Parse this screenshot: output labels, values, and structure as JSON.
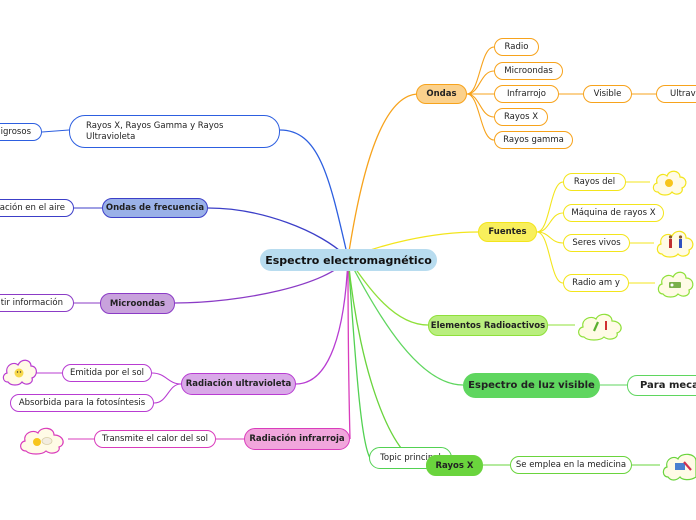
{
  "central": {
    "label": "Espectro electromagnético"
  },
  "right": {
    "ondas": {
      "label": "Ondas",
      "items": [
        "Radio",
        "Microondas",
        "Infrarrojo",
        "Rayos X",
        "Rayos gamma"
      ],
      "visible": "Visible",
      "ultravioleta": "Ultravi"
    },
    "fuentes": {
      "label": "Fuentes",
      "items": [
        "Rayos del",
        "Máquina de rayos X",
        "Seres vivos",
        "Radio am y"
      ]
    },
    "elementos_radioactivos": {
      "label": "Elementos Radioactivos"
    },
    "espectro_luz": {
      "label": "Espectro de luz visible",
      "child": "Para mecar"
    },
    "topic_principal": {
      "label": "Topic principal"
    },
    "rayos_x": {
      "label": "Rayos X",
      "child": "Se emplea en la medicina"
    }
  },
  "left": {
    "rayos_grupo": {
      "label": "Rayos X, Rayos Gamma y Rayos Ultravioleta",
      "child": "igrosos"
    },
    "ondas_frecuencia": {
      "label": "Ondas de frecuencia",
      "child": "nación en el aire"
    },
    "microondas": {
      "label": "Microondas",
      "child": "itir información"
    },
    "radiacion_uv": {
      "label": "Radiación ultravioleta",
      "children": [
        "Emitida por el sol",
        "Absorbida para la fotosíntesis"
      ]
    },
    "radiacion_ir": {
      "label": "Radiación infrarroja",
      "child": "Transmite el calor del sol"
    }
  },
  "colors": {
    "central_fill": "#b8dcef",
    "ondas": "#f7a31c",
    "fuentes": "#f3e51c",
    "radioactivos": "#8fe03a",
    "luz_visible": "#5fd65f",
    "topic": "#52d152",
    "rayos_x": "#6ad43d",
    "rayos_grupo": "#2d5fe0",
    "frecuencia": "#3c3fc8",
    "microondas": "#8b3bc6",
    "uv": "#b83cd2",
    "ir": "#d93cbc",
    "cloud_fill": "#fffbe6",
    "cloud_border_green": "#8fe03a",
    "cloud_border_yellow": "#f3e51c",
    "cloud_border_pink": "#d93cbc",
    "cloud_border_uv": "#b83cd2"
  },
  "icons": [
    "sun-icon",
    "people-icon",
    "radio-icon",
    "test-tubes-icon",
    "sun-cloud-icon",
    "smiley-icon",
    "medical-tools-icon"
  ]
}
